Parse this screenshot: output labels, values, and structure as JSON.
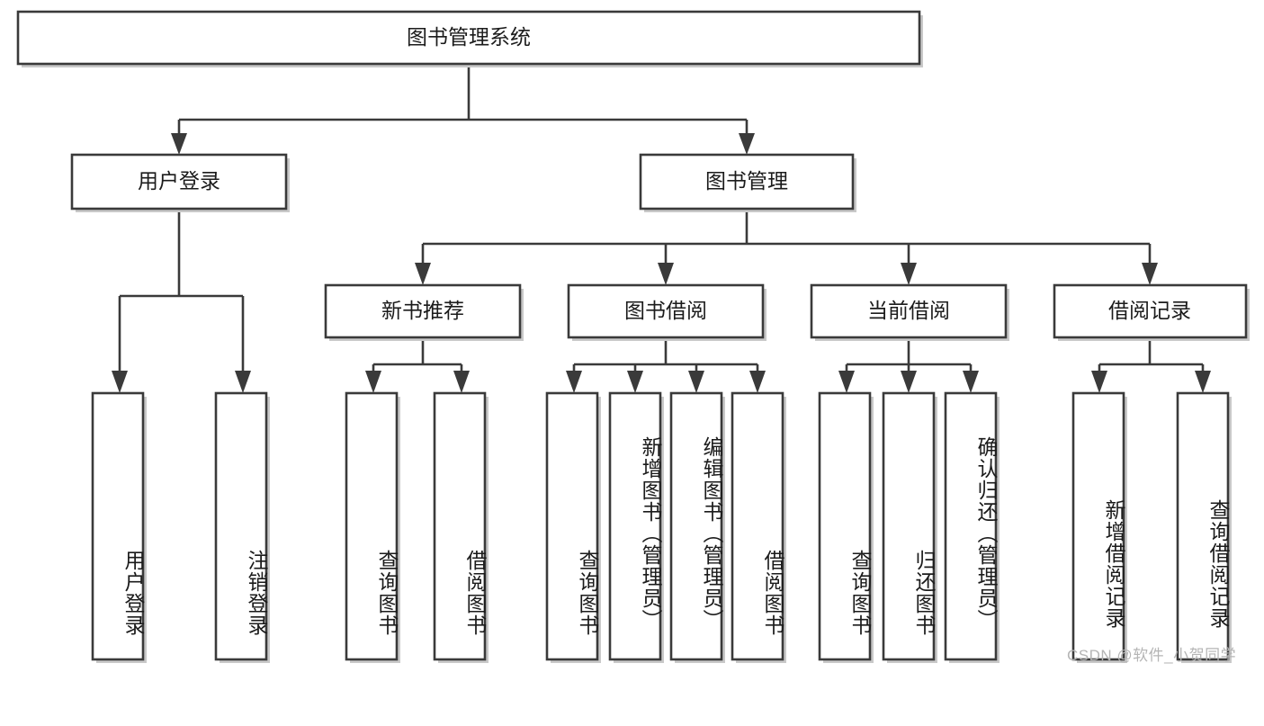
{
  "diagram": {
    "title": "图书管理系统",
    "type": "tree",
    "orientation": "top-down",
    "levels": 4,
    "root": {
      "id": "root",
      "label": "图书管理系统",
      "orientation": "horizontal"
    },
    "level2": [
      {
        "id": "user-login",
        "label": "用户登录",
        "orientation": "horizontal"
      },
      {
        "id": "book-manage",
        "label": "图书管理",
        "orientation": "horizontal"
      }
    ],
    "level3": [
      {
        "id": "new-book-recommend",
        "label": "新书推荐",
        "parent": "book-manage",
        "orientation": "horizontal"
      },
      {
        "id": "book-borrow",
        "label": "图书借阅",
        "parent": "book-manage",
        "orientation": "horizontal"
      },
      {
        "id": "current-borrow",
        "label": "当前借阅",
        "parent": "book-manage",
        "orientation": "horizontal"
      },
      {
        "id": "borrow-record",
        "label": "借阅记录",
        "parent": "book-manage",
        "orientation": "horizontal"
      }
    ],
    "leaves": [
      {
        "id": "leaf-user-login",
        "label": "用户登录",
        "parent": "user-login",
        "orientation": "vertical"
      },
      {
        "id": "leaf-logout-login",
        "label": "注销登录",
        "parent": "user-login",
        "orientation": "vertical"
      },
      {
        "id": "leaf-query-book-1",
        "label": "查询图书",
        "parent": "new-book-recommend",
        "orientation": "vertical"
      },
      {
        "id": "leaf-borrow-book-1",
        "label": "借阅图书",
        "parent": "new-book-recommend",
        "orientation": "vertical"
      },
      {
        "id": "leaf-query-book-2",
        "label": "查询图书",
        "parent": "book-borrow",
        "orientation": "vertical"
      },
      {
        "id": "leaf-add-book",
        "label": "新增图书（管理员）",
        "parent": "book-borrow",
        "orientation": "vertical"
      },
      {
        "id": "leaf-edit-book",
        "label": "编辑图书（管理员）",
        "parent": "book-borrow",
        "orientation": "vertical"
      },
      {
        "id": "leaf-borrow-book-2",
        "label": "借阅图书",
        "parent": "book-borrow",
        "orientation": "vertical"
      },
      {
        "id": "leaf-query-book-3",
        "label": "查询图书",
        "parent": "current-borrow",
        "orientation": "vertical"
      },
      {
        "id": "leaf-return-book",
        "label": "归还图书",
        "parent": "current-borrow",
        "orientation": "vertical"
      },
      {
        "id": "leaf-confirm-return",
        "label": "确认归还（管理员）",
        "parent": "current-borrow",
        "orientation": "vertical"
      },
      {
        "id": "leaf-add-record",
        "label": "新增借阅记录",
        "parent": "borrow-record",
        "orientation": "vertical"
      },
      {
        "id": "leaf-query-record",
        "label": "查询借阅记录",
        "parent": "borrow-record",
        "orientation": "vertical"
      }
    ],
    "colors": {
      "background": "#ffffff",
      "box_fill": "#ffffff",
      "box_stroke": "#3a3a3a",
      "box_shadow": "#c9c9c9",
      "text": "#1b1b1b",
      "connector": "#3a3a3a",
      "watermark": "#b5b5b5"
    }
  },
  "watermark": {
    "text": "CSDN @软件_小贺同学"
  }
}
